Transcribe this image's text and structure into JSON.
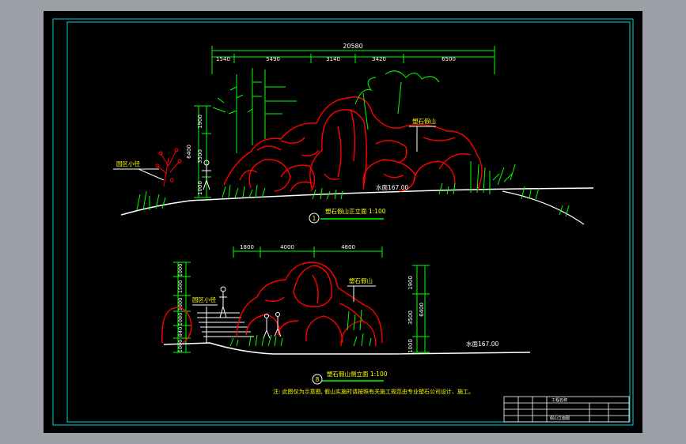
{
  "colors": {
    "frame": "#00d4d4",
    "dim": "#00ff00",
    "rock": "#ff0000",
    "plant": "#00ff00",
    "ground": "#ffffff",
    "text": "#ffffff",
    "label": "#ffff00"
  },
  "front": {
    "total": "20580",
    "segments": [
      "1540",
      "5490",
      "3140",
      "3420",
      "6500"
    ],
    "vertical": [
      "1900",
      "6400",
      "3500",
      "1000"
    ],
    "label_left": "园区小径",
    "label_right": "塑石假山",
    "water": "水面167.00",
    "marker": "1",
    "caption": "塑石假山正立面 1:100"
  },
  "side": {
    "segments": [
      "1800",
      "4000",
      "4800"
    ],
    "vertical_left": [
      "1000",
      "1500",
      "1000",
      "1080",
      "840",
      "1000"
    ],
    "vertical_right": [
      "1900",
      "6400",
      "3500",
      "1000"
    ],
    "label_left": "园区小径",
    "label_right": "塑石假山",
    "water": "水面167.00",
    "marker": "8",
    "caption": "塑石假山侧立面 1:100"
  },
  "note": "注: 此图仅为示意图, 假山实施时请按照有关施工规范由专业塑石公司设计、施工。",
  "title_block": {
    "project": "工程名称",
    "drawing": "假山立面图"
  }
}
